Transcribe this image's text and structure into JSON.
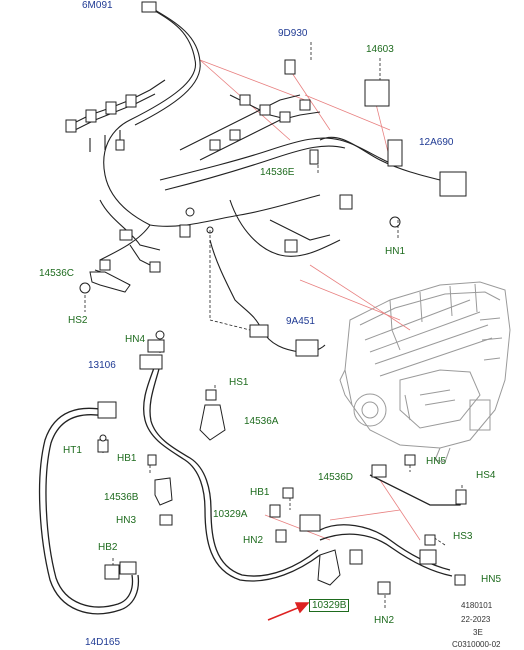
{
  "labels": {
    "l6M091": "6M091",
    "l9D930": "9D930",
    "l14603": "14603",
    "l12A690": "12A690",
    "l14536E": "14536E",
    "lHN1": "HN1",
    "l14536C": "14536C",
    "lHS2": "HS2",
    "l9A451": "9A451",
    "lHN4": "HN4",
    "l13106": "13106",
    "lHS1": "HS1",
    "l14536A": "14536A",
    "lHT1": "HT1",
    "lHB1a": "HB1",
    "l14536B": "14536B",
    "lHN3": "HN3",
    "lHB2": "HB2",
    "l14D165": "14D165",
    "lHB1b": "HB1",
    "l10329A": "10329A",
    "lHN2a": "HN2",
    "l10329B": "10329B",
    "lHN2b": "HN2",
    "l14536D": "14536D",
    "lHN5a": "HN5",
    "lHS4": "HS4",
    "lHS3": "HS3",
    "lHN5b": "HN5"
  },
  "reference": {
    "line1": "4180101",
    "line2": "22-2023",
    "line3": "3E",
    "line4": "C0310000-02"
  }
}
